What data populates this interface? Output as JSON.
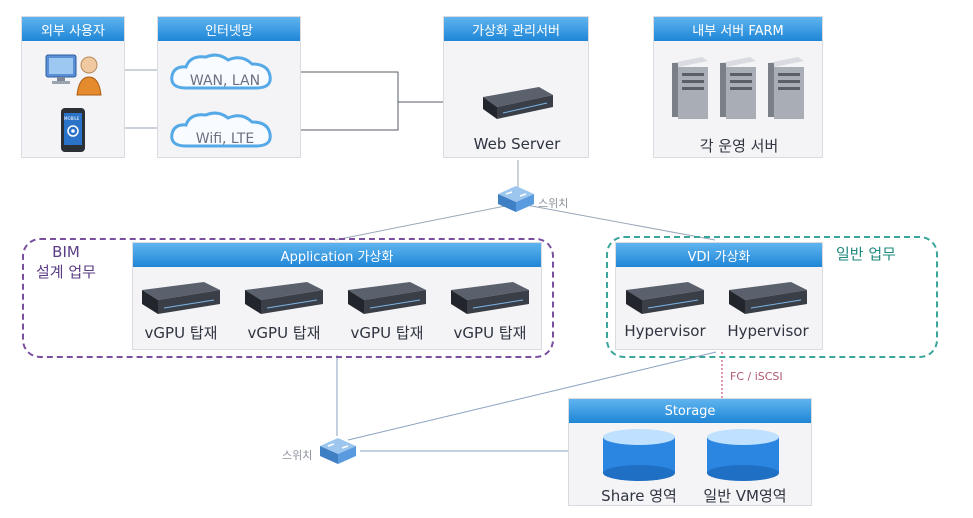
{
  "panels": {
    "external_users": "외부 사용자",
    "internet": "인터넷망",
    "mgmt_server": "가상화 관리서버",
    "internal_farm": "내부 서버 FARM",
    "app_virt": "Application 가상화",
    "vdi_virt": "VDI 가상화",
    "storage": "Storage"
  },
  "clouds": {
    "wan": "WAN, LAN",
    "wifi": "Wifi, LTE"
  },
  "web_server_label": "Web Server",
  "farm_label": "각 운영 서버",
  "switch_top_label": "스위치",
  "switch_bottom_label": "스위치",
  "bim_group": {
    "line1": "BIM",
    "line2": "설계 업무"
  },
  "general_group": "일반 업무",
  "vgpu_servers": [
    "vGPU 탑재",
    "vGPU 탑재",
    "vGPU 탑재",
    "vGPU 탑재"
  ],
  "hypervisors": [
    "Hypervisor",
    "Hypervisor"
  ],
  "fc_label": "FC / iSCSI",
  "storage_labels": {
    "share": "Share 영역",
    "vm": "일반 VM영역"
  },
  "phone_badge": "MOBILE",
  "colors": {
    "header": "#1f86d6",
    "bim_border": "#7a4f9e",
    "general_border": "#3aa59a",
    "link": "#8aa0c0",
    "fc_link": "#c0306a"
  }
}
